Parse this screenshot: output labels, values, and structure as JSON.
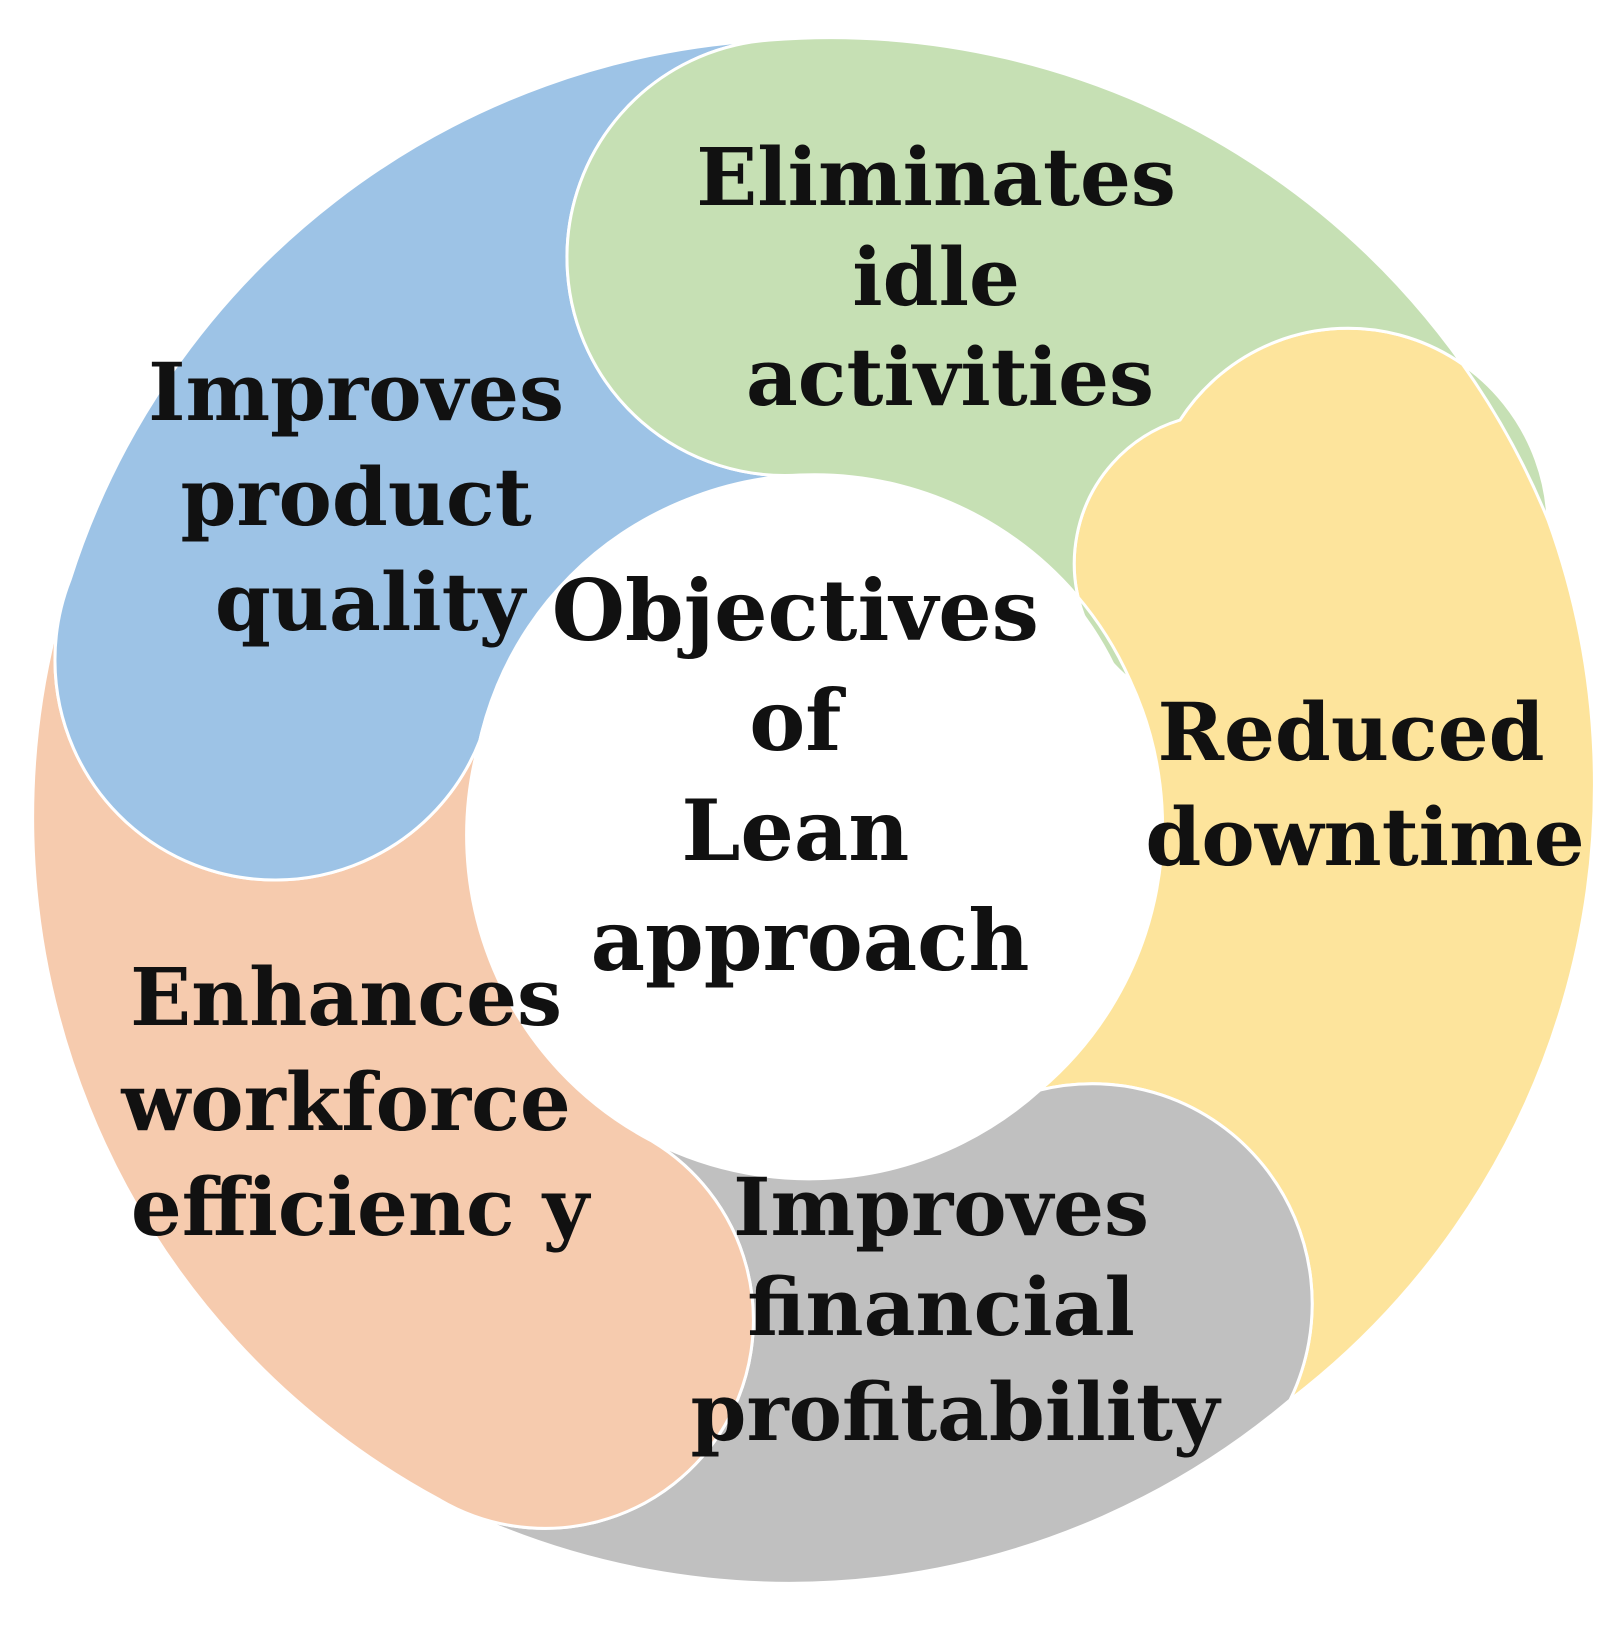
{
  "center": {
    "lines": [
      "Objectives",
      "of",
      "Lean",
      "approach"
    ]
  },
  "segments": [
    {
      "id": "reduced-downtime",
      "color": "#fde49c",
      "lines": [
        "Reduced",
        "downtime"
      ]
    },
    {
      "id": "improves-financial-profitability",
      "color": "#c0c0c0",
      "lines": [
        "Improves",
        "financial",
        "profitability"
      ]
    },
    {
      "id": "enhances-workforce-efficiency",
      "color": "#f6cbae",
      "lines": [
        "Enhances",
        "workforce",
        "efficienc y"
      ]
    },
    {
      "id": "improves-product-quality",
      "color": "#9dc3e6",
      "lines": [
        "Improves",
        "product",
        "quality"
      ]
    },
    {
      "id": "eliminates-idle-activities",
      "color": "#c6e0b4",
      "lines": [
        "Eliminates",
        "idle",
        "activities"
      ]
    }
  ]
}
